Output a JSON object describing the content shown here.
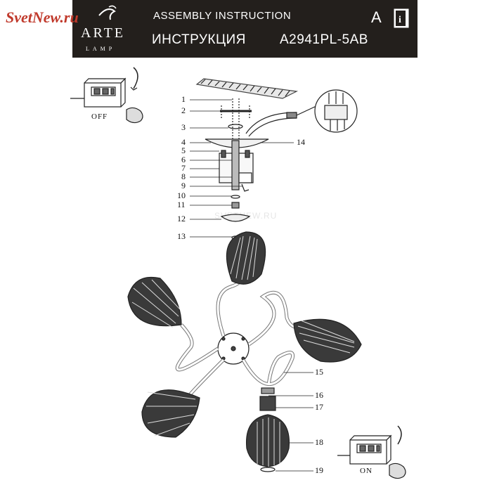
{
  "header": {
    "logo_main": "ARTE",
    "logo_sub": "LAMP",
    "title_en": "ASSEMBLY INSTRUCTION",
    "title_ru": "ИНСТРУКЦИЯ",
    "model": "A2941PL-5AB",
    "doc_letter": "A",
    "icon": "info-book-icon"
  },
  "watermark": {
    "site": "SvetNew.ru",
    "light": "SVETNEW.RU"
  },
  "switches": {
    "off_label": "OFF",
    "on_label": "ON"
  },
  "callouts": [
    "1",
    "2",
    "3",
    "4",
    "5",
    "6",
    "7",
    "8",
    "9",
    "10",
    "11",
    "12",
    "13",
    "14",
    "15",
    "16",
    "17",
    "18",
    "19"
  ],
  "colors": {
    "header_bg": "#231f1c",
    "watermark": "#c0392b",
    "line": "#222222"
  }
}
